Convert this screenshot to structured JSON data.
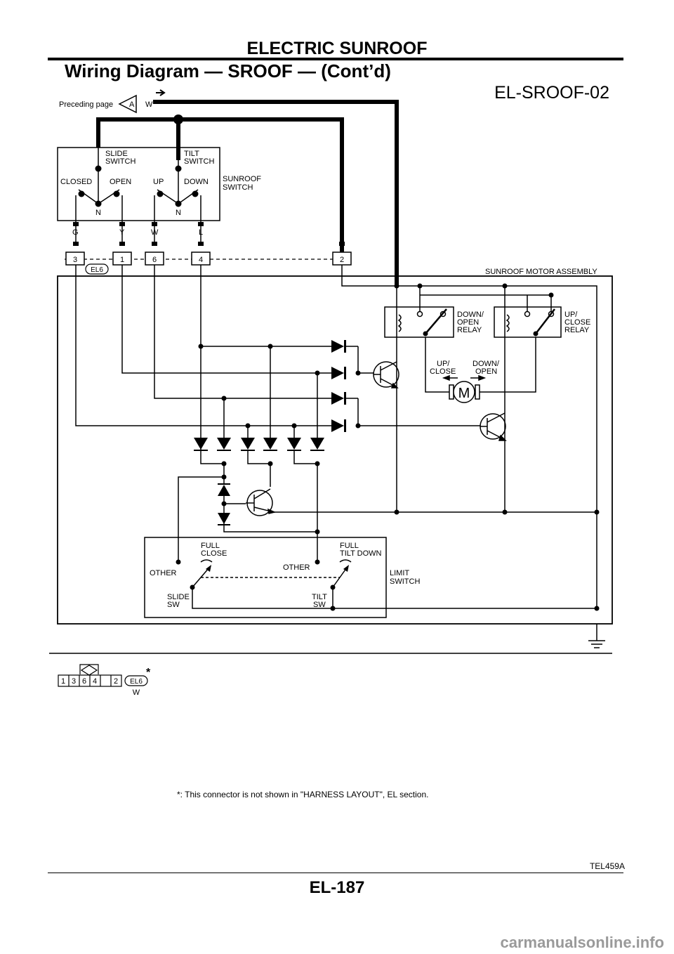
{
  "header": {
    "section": "ELECTRIC SUNROOF",
    "subtitle": "Wiring Diagram — SROOF — (Cont’d)",
    "diagram_id": "EL-SROOF-02"
  },
  "preceding": {
    "label": "Preceding page",
    "connector": "A",
    "wire": "W"
  },
  "sunroof_switch": {
    "name_line1": "SUNROOF",
    "name_line2": "SWITCH",
    "slide_line1": "SLIDE",
    "slide_line2": "SWITCH",
    "tilt_line1": "TILT",
    "tilt_line2": "SWITCH",
    "closed": "CLOSED",
    "open": "OPEN",
    "up": "UP",
    "down": "DOWN",
    "neutral": "N"
  },
  "wire_colors": [
    "G",
    "Y",
    "W",
    "L"
  ],
  "connector": {
    "pins": [
      "3",
      "1",
      "6",
      "4",
      "2"
    ],
    "id": "EL6"
  },
  "motor_assembly": {
    "title": "SUNROOF MOTOR ASSEMBLY",
    "down_relay": [
      "DOWN/",
      "OPEN",
      "RELAY"
    ],
    "up_relay": [
      "UP/",
      "CLOSE",
      "RELAY"
    ],
    "motor_left": [
      "UP/",
      "CLOSE"
    ],
    "motor_right": [
      "DOWN/",
      "OPEN"
    ],
    "motor": "M"
  },
  "limit_switch": {
    "name_line1": "LIMIT",
    "name_line2": "SWITCH",
    "other": "OTHER",
    "full_close": [
      "FULL",
      "CLOSE"
    ],
    "full_tilt": [
      "FULL",
      "TILT DOWN"
    ],
    "slide_sw": [
      "SLIDE",
      "SW"
    ],
    "tilt_sw": [
      "TILT",
      "SW"
    ]
  },
  "connector_view": {
    "cells": [
      "1",
      "3",
      "6",
      "4",
      "",
      "2"
    ],
    "id": "EL6",
    "color": "W",
    "mark": "*"
  },
  "footnote": "*: This connector is not shown in \"HARNESS LAYOUT\", EL section.",
  "figure_id": "TEL459A",
  "page_number": "EL-187",
  "watermark": "carmanualsonline.info"
}
